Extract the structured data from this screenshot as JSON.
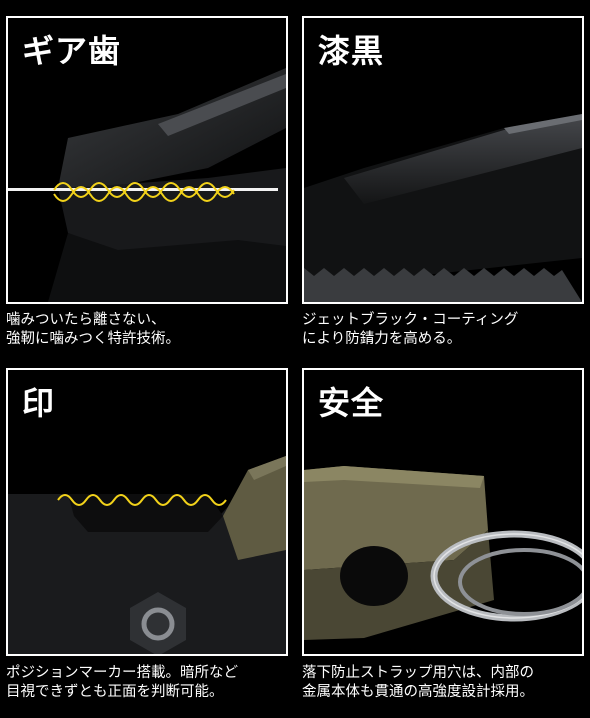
{
  "panels": [
    {
      "title": "ギア歯",
      "caption": [
        "噛みついたら離さない、",
        "強靭に噛みつく特許技術。"
      ]
    },
    {
      "title": "漆黒",
      "caption": [
        "ジェットブラック・コーティング",
        "により防錆力を高める。"
      ]
    },
    {
      "title": "印",
      "caption": [
        "ポジションマーカー搭載。暗所など",
        "目視できずとも正面を判断可能。"
      ]
    },
    {
      "title": "安全",
      "caption": [
        "落下防止ストラップ用穴は、内部の",
        "金属本体も貫通の高強度設計採用。"
      ]
    }
  ],
  "colors": {
    "highlight_wave": "#f2d21a",
    "olive": "#6f6a4e",
    "tool_dark": "#1c1d1f"
  }
}
